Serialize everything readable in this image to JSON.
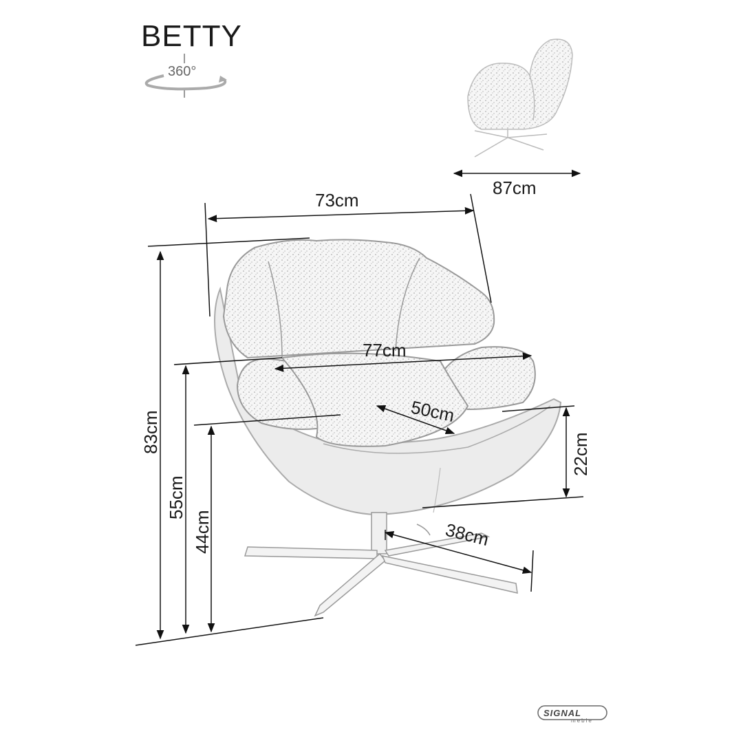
{
  "product": {
    "name": "BETTY"
  },
  "rotation": {
    "label": "360°",
    "icon": "rotate-360-icon"
  },
  "dimensions": {
    "width_top": "73cm",
    "depth": "87cm",
    "total_height": "83cm",
    "armrest_height": "55cm",
    "seat_height": "44cm",
    "seat_width": "77cm",
    "seat_depth": "50cm",
    "backrest_height_above_seat": "22cm",
    "base_radius": "38cm"
  },
  "brand": {
    "name": "SIGNAL",
    "subtitle": "meble"
  }
}
